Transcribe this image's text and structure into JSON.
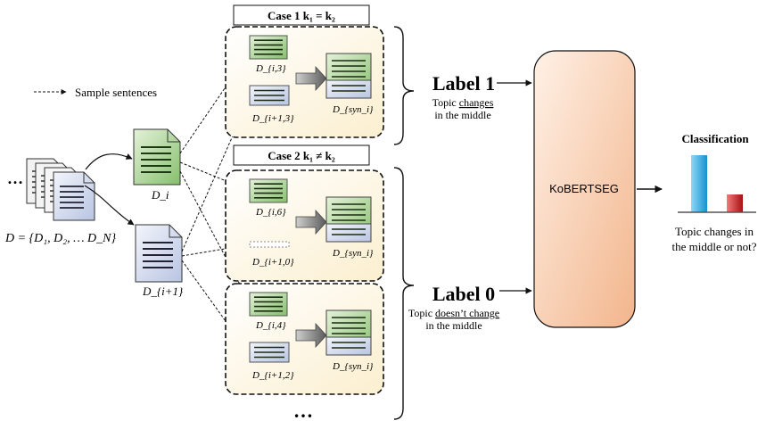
{
  "legend": {
    "sample_label": "Sample sentences"
  },
  "documents": {
    "collection_ellipsis": "…",
    "collection_formula": "D = {D₁, D₂, … D_N}",
    "doc_i": "D_i",
    "doc_i1": "D_{i+1}"
  },
  "cases": {
    "case1_title": "Case 1  k₁ = k₂",
    "case2_title": "Case 2  k₁ ≠ k₂",
    "case1": {
      "top_label": "D_{i,3}",
      "bottom_label": "D_{i+1,3}",
      "out_label": "D_{syn_i}"
    },
    "case2a": {
      "top_label": "D_{i,6}",
      "bottom_label": "D_{i+1,0}",
      "out_label": "D_{syn_i}"
    },
    "case2b": {
      "top_label": "D_{i,4}",
      "bottom_label": "D_{i+1,2}",
      "out_label": "D_{syn_i}"
    },
    "more": "…"
  },
  "labels": {
    "label1_title": "Label 1",
    "label1_line1_prefix": "Topic ",
    "label1_line1_under": "changes",
    "label1_line2": "in the middle",
    "label0_title": "Label 0",
    "label0_line1_prefix": "Topic ",
    "label0_line1_under": "doesn’t change",
    "label0_line2": "in the middle"
  },
  "model": {
    "name": "KoBERTSEG"
  },
  "classification": {
    "title": "Classification",
    "bars": [
      0.8,
      0.25
    ],
    "caption_line1": "Topic changes in",
    "caption_line2": "the middle or not?"
  },
  "colors": {
    "green_doc": "#8fc27a",
    "blue_doc": "#c9d3ea",
    "model_fill": "#f7c7a6",
    "bar_blue": "#1a9fd9",
    "bar_red": "#c01c1c",
    "case_bg": "#fdf4dc"
  }
}
